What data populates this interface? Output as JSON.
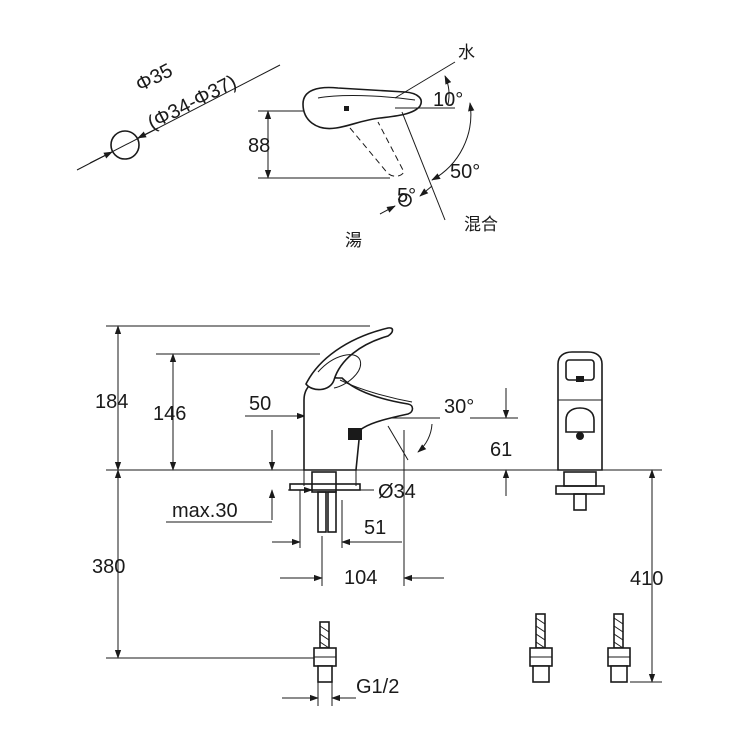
{
  "top_view": {
    "label_cold": "水",
    "label_hot": "湯",
    "label_mix": "混合",
    "angle_10": "10°",
    "angle_50": "50°",
    "angle_5": "5°",
    "dim_height": "88",
    "hole_dia": "Φ35",
    "hole_range": "(Φ34-Φ37)"
  },
  "side_view": {
    "dim_184": "184",
    "dim_146": "146",
    "dim_50": "50",
    "angle_30": "30°",
    "dim_61": "61",
    "dia_34": "Ø34",
    "max_30": "max.30",
    "dim_51": "51",
    "dim_380": "380",
    "dim_104": "104",
    "thread": "G1/2",
    "dim_410": "410"
  }
}
